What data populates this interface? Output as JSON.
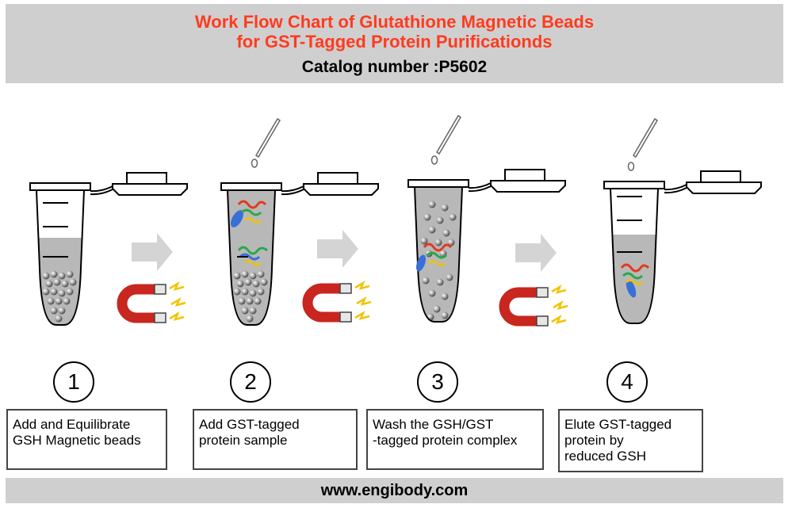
{
  "header": {
    "title_line1": "Work Flow Chart of Glutathione Magnetic Beads",
    "title_line2": "for GST-Tagged Protein Purificationds",
    "catalog": "Catalog number :P5602"
  },
  "steps": [
    {
      "number": "1",
      "lines": [
        "Add and Equilibrate",
        "GSH Magnetic beads"
      ]
    },
    {
      "number": "2",
      "lines": [
        "Add GST-tagged",
        "protein sample"
      ]
    },
    {
      "number": "3",
      "lines": [
        "Wash the GSH/GST",
        "-tagged protein complex"
      ]
    },
    {
      "number": "4",
      "lines": [
        "Elute GST-tagged",
        "protein by",
        "reduced GSH"
      ]
    }
  ],
  "footer": {
    "website": "www.engibody.com"
  },
  "colors": {
    "title": "#ff3b1f",
    "banner": "#cfcfcf",
    "liquid": "#b8b8b8",
    "magnet_red": "#c8261e",
    "lightning": "#f2c400",
    "arrow": "#d4d4d4"
  }
}
